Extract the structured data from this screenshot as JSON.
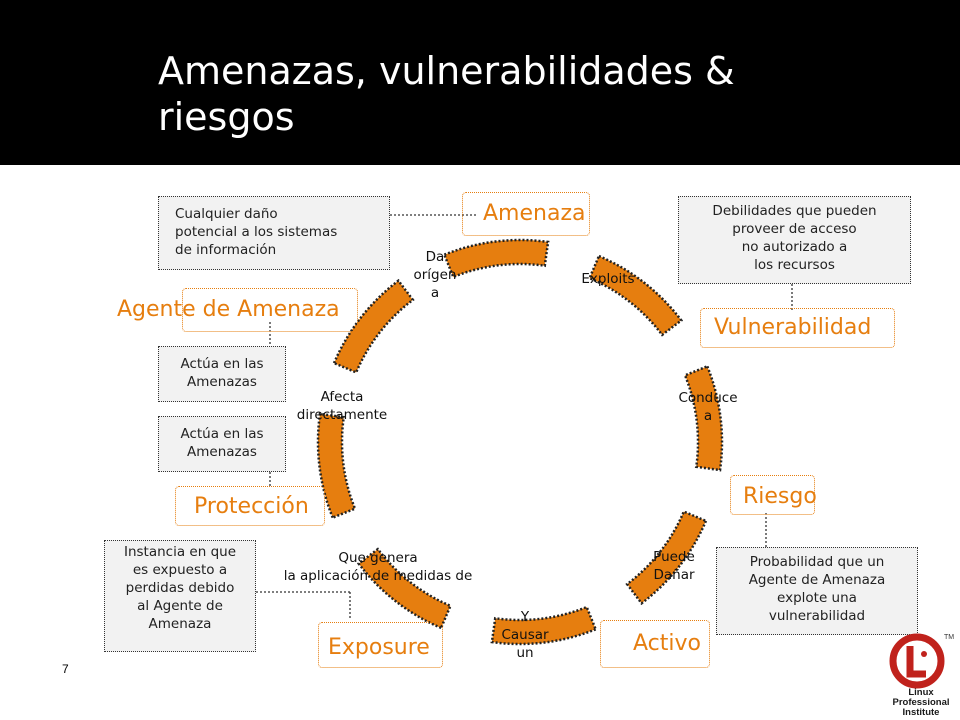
{
  "title": "Amenazas, vulnerabilidades & riesgos",
  "page_number": "7",
  "colors": {
    "accent": "#e67e0f",
    "header_bg": "#000000",
    "note_bg": "#f2f2f2",
    "logo_red": "#c0221c"
  },
  "nodes": {
    "amenaza": "Amenaza",
    "agente": "Agente de Amenaza",
    "vulnerabilidad": "Vulnerabilidad",
    "riesgo": "Riesgo",
    "proteccion": "Protección",
    "exposure": "Exposure",
    "activo": "Activo"
  },
  "notes": {
    "amenaza": [
      "Cualquier daño",
      "potencial a los sistemas",
      "de información"
    ],
    "vulnerabilidad": [
      "Debilidades que pueden",
      "proveer de acceso",
      "no autorizado a",
      "los recursos"
    ],
    "agente": [
      "Actúa en las",
      "Amenazas"
    ],
    "proteccion": [
      "Actúa en las",
      "Amenazas"
    ],
    "exposure": [
      "Instancia en que",
      "es expuesto a",
      "perdidas debido",
      "al Agente de",
      "Amenaza"
    ],
    "riesgo": [
      "Probabilidad que un",
      "Agente de Amenaza",
      "explote una",
      "vulnerabilidad"
    ]
  },
  "edges": {
    "da_origen": [
      "Da",
      "orígen",
      "a"
    ],
    "exploits": [
      "Exploits"
    ],
    "conduce": [
      "Conduce",
      "a"
    ],
    "puede_danar": [
      "Puede",
      "Dañar"
    ],
    "y_causar": [
      "Y",
      "Causar",
      "un"
    ],
    "que_genera": [
      "Que genera",
      "la aplicación de medidas de"
    ],
    "afecta": [
      "Afecta",
      "directamente"
    ]
  },
  "logo": {
    "line1": "Linux",
    "line2": "Professional",
    "line3": "Institute",
    "tm": "TM"
  }
}
